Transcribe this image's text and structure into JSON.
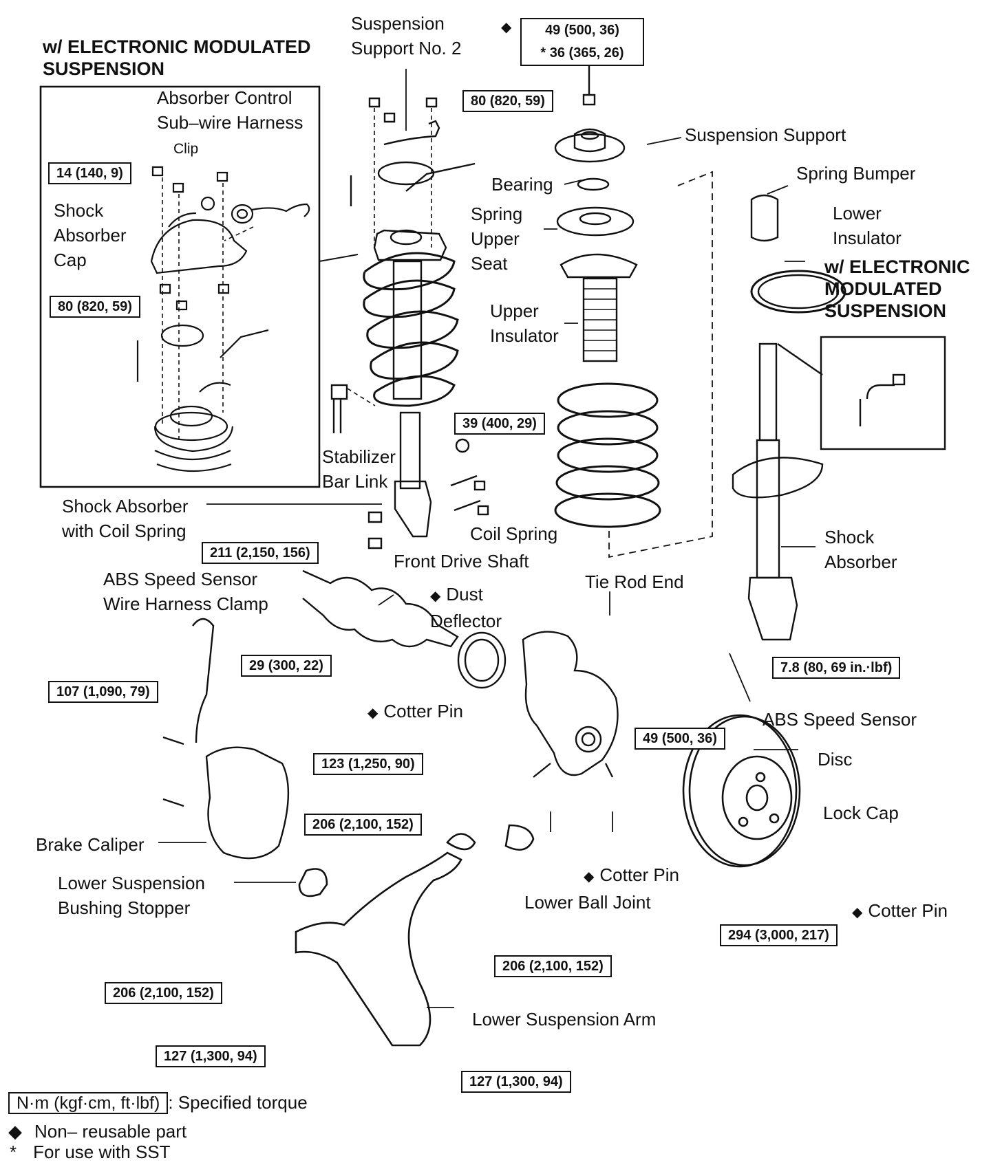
{
  "titles": {
    "ems_left": "w/ ELECTRONIC MODULATED SUSPENSION",
    "ems_right": "w/ ELECTRONIC MODULATED SUSPENSION"
  },
  "labels": {
    "suspension_support_no2": "Suspension Support No. 2",
    "absorber_control_harness": "Absorber Control Sub–wire Harness",
    "clip": "Clip",
    "shock_absorber_cap": "Shock Absorber Cap",
    "suspension_support": "Suspension Support",
    "bearing": "Bearing",
    "spring_upper_seat": "Spring Upper Seat",
    "spring_bumper": "Spring Bumper",
    "lower_insulator": "Lower Insulator",
    "upper_insulator": "Upper Insulator",
    "stabilizer_bar_link": "Stabilizer Bar Link",
    "shock_absorber_with_coil_spring": "Shock Absorber with Coil Spring",
    "coil_spring": "Coil Spring",
    "front_drive_shaft": "Front Drive Shaft",
    "shock_absorber": "Shock Absorber",
    "abs_clamp": "ABS Speed Sensor Wire Harness Clamp",
    "dust_deflector": "Dust Deflector",
    "tie_rod_end": "Tie Rod End",
    "cotter_pin_1": "Cotter Pin",
    "abs_speed_sensor": "ABS Speed Sensor",
    "disc": "Disc",
    "lock_cap": "Lock Cap",
    "brake_caliper": "Brake Caliper",
    "cotter_pin_2": "Cotter Pin",
    "lower_ball_joint": "Lower Ball Joint",
    "cotter_pin_3": "Cotter Pin",
    "lower_susp_bushing_stopper": "Lower Suspension Bushing Stopper",
    "lower_suspension_arm": "Lower Suspension Arm"
  },
  "torques": {
    "t_top": "49 (500, 36)",
    "t_top_sst": "* 36 (365, 26)",
    "t80a": "80 (820, 59)",
    "t14": "14 (140, 9)",
    "t80b": "80 (820, 59)",
    "t39": "39 (400, 29)",
    "t211": "211 (2,150, 156)",
    "t29": "29 (300, 22)",
    "t107": "107 (1,090, 79)",
    "t78": "7.8 (80, 69 in.·lbf)",
    "t123": "123 (1,250, 90)",
    "t49b": "49 (500, 36)",
    "t206a": "206 (2,100, 152)",
    "t294": "294 (3,000, 217)",
    "t206b": "206 (2,100, 152)",
    "t206c": "206 (2,100, 152)",
    "t127a": "127 (1,300, 94)",
    "t127b": "127 (1,300, 94)"
  },
  "legend": {
    "torque_unit": "N·m (kgf·cm, ft·lbf)",
    "torque_desc": ": Specified torque",
    "nonreusable": "Non– reusable part",
    "sst": "For use with SST",
    "diamond": "◆",
    "asterisk": "*"
  }
}
